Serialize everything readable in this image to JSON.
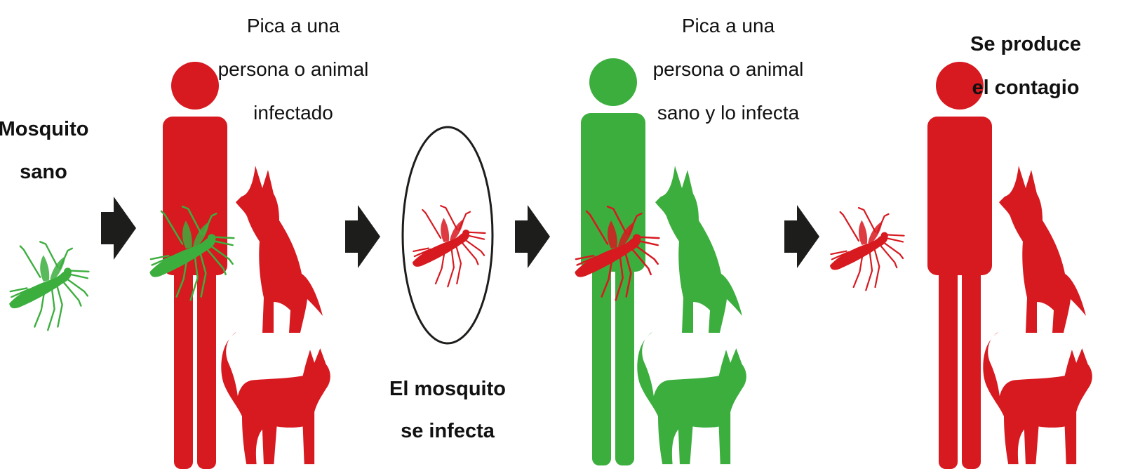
{
  "colors": {
    "infected": "#d71920",
    "healthy": "#3cae3e",
    "arrow": "#1d1d1b",
    "circle": "#1d1d1b",
    "text": "#111111"
  },
  "labels": {
    "step1": [
      "Mosquito",
      "sano"
    ],
    "step2": [
      "Pica a una",
      "persona o animal",
      "infectado"
    ],
    "step3": [
      "El mosquito",
      "se infecta"
    ],
    "step4": [
      "Pica a una",
      "persona o animal",
      "sano y lo infecta"
    ],
    "step5": [
      "Se produce",
      "el contagio"
    ]
  },
  "icons": {
    "mosquito": "mosquito-icon",
    "person": "person-icon",
    "dog": "dog-icon",
    "cat": "cat-icon",
    "arrow": "arrow-right-icon",
    "circle": "highlight-circle"
  }
}
